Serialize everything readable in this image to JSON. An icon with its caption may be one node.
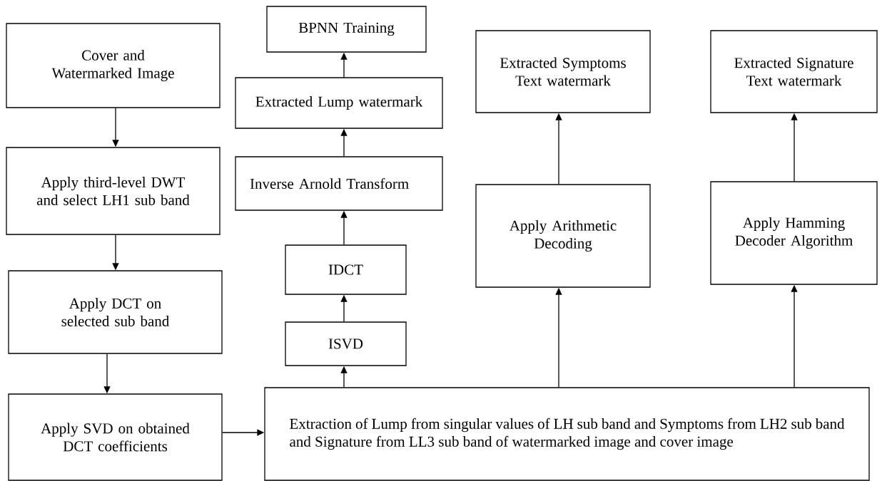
{
  "diagram": {
    "nodes": [
      {
        "text": [
          "Cover and Watermarked Image"
        ]
      },
      {
        "text": [
          "Apply third-level DWT and select LH1 sub band"
        ]
      },
      {
        "text": [
          "Apply DCT on selected sub band"
        ]
      },
      {
        "text": [
          "Apply SVD on obtained DCT coefficients"
        ]
      },
      {
        "text": [
          "BPNN Training"
        ]
      },
      {
        "text": [
          "Extracted Lump watermark"
        ]
      },
      {
        "text": [
          "Inverse Arnold Transform"
        ]
      },
      {
        "text": [
          "IDCT"
        ]
      },
      {
        "text": [
          "ISVD"
        ]
      },
      {
        "text": [
          "Extracted Symptoms Text watermark"
        ]
      },
      {
        "text": [
          "Apply Arithmetic Decoding"
        ]
      },
      {
        "text": [
          "Extracted Signature Text watermark"
        ]
      },
      {
        "text": [
          "Apply Hamming Decoder Algorithm"
        ]
      },
      {
        "text": [
          "Extraction of Lump from singular values of LH sub band and Symptoms from LH2 sub band and Signature from LL3 sub band of watermarked image and cover image"
        ]
      }
    ],
    "edges": [
      {
        "from": 0,
        "to": 1,
        "arrow": "to"
      },
      {
        "from": 1,
        "to": 2,
        "arrow": "to"
      },
      {
        "from": 2,
        "to": 3,
        "arrow": "to"
      },
      {
        "from": 3,
        "to": 13,
        "arrow": "to"
      },
      {
        "from": 13,
        "to": 8,
        "arrow": "to"
      },
      {
        "from": 8,
        "to": 7,
        "arrow": "to"
      },
      {
        "from": 7,
        "to": 6,
        "arrow": "to"
      },
      {
        "from": 6,
        "to": 5,
        "arrow": "to"
      },
      {
        "from": 5,
        "to": 4,
        "arrow": "to"
      },
      {
        "from": 13,
        "to": 10,
        "arrow": "to"
      },
      {
        "from": 10,
        "to": 9,
        "arrow": "to"
      },
      {
        "from": 13,
        "to": 12,
        "arrow": "to"
      },
      {
        "from": 12,
        "to": 11,
        "arrow": "to"
      }
    ]
  }
}
